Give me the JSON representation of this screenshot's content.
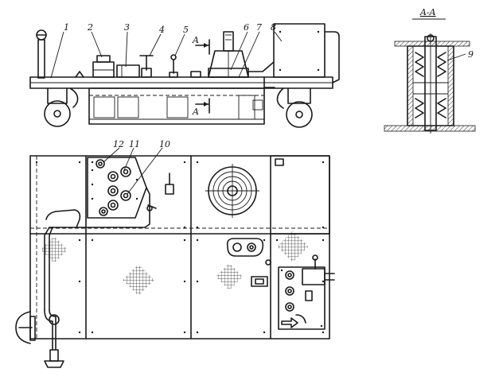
{
  "callouts": {
    "c1": "1",
    "c2": "2",
    "c3": "3",
    "c4": "4",
    "c5": "5",
    "c6": "6",
    "c7a": "7",
    "c7b": "7",
    "c8": "8",
    "c9": "9",
    "c10": "10",
    "c11": "11",
    "c12": "12",
    "cut_top": "A",
    "cut_bottom": "A"
  },
  "section_title": "A-A",
  "colors": {
    "line": "#1a1a1a",
    "paper": "#ffffff"
  }
}
